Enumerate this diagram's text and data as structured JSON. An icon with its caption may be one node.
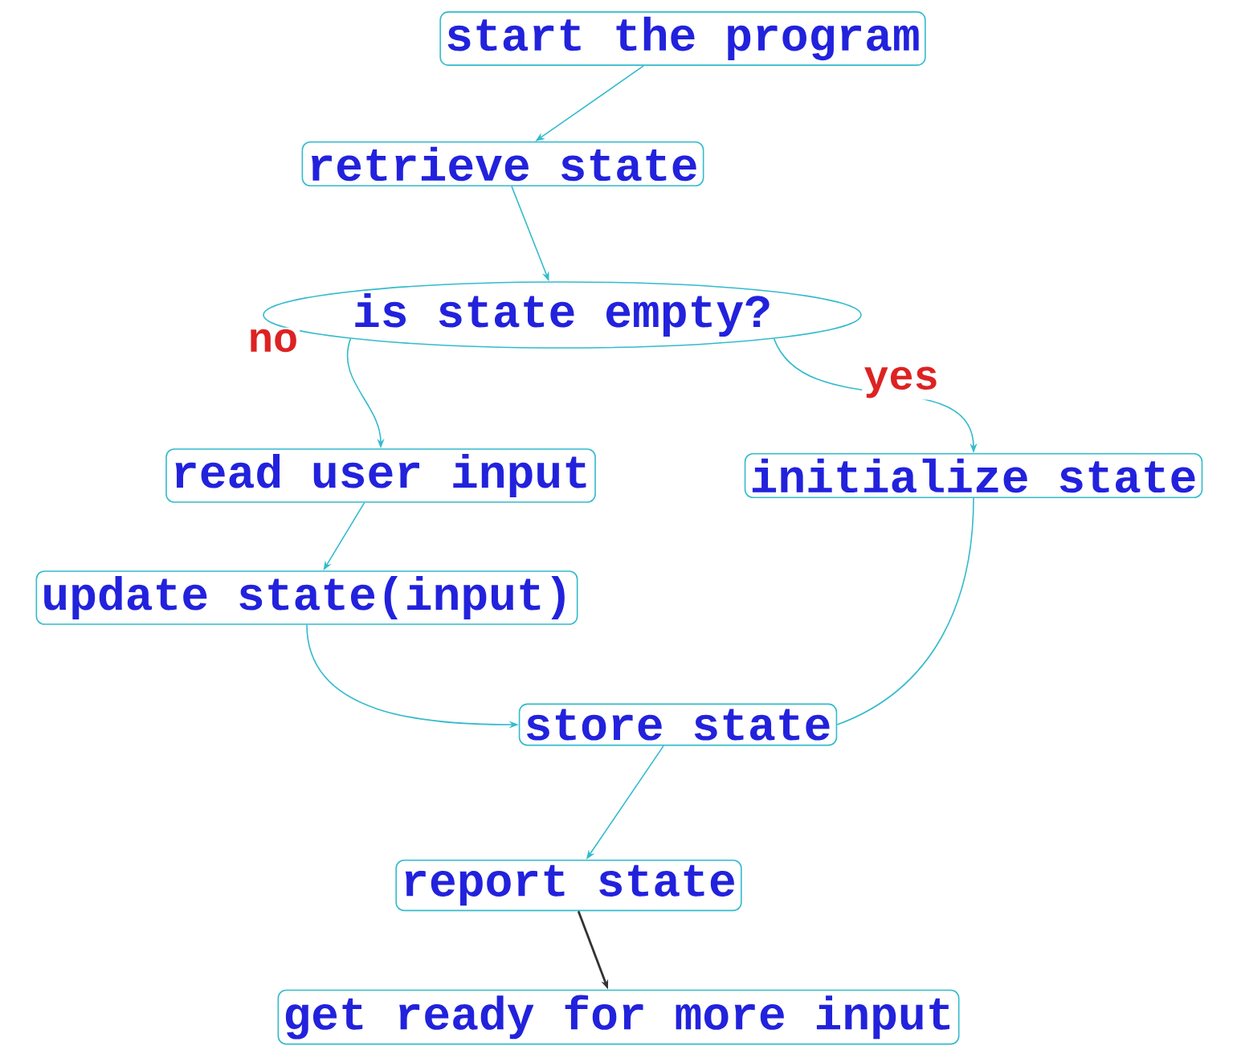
{
  "diagram": {
    "nodes": [
      {
        "text": [
          "start the program"
        ]
      },
      {
        "text": [
          "retrieve state"
        ]
      },
      {
        "text": [
          "is state empty?"
        ]
      },
      {
        "text": [
          "read user input"
        ]
      },
      {
        "text": [
          "initialize state"
        ]
      },
      {
        "text": [
          "update state(input)"
        ]
      },
      {
        "text": [
          "store state"
        ]
      },
      {
        "text": [
          "report state"
        ]
      },
      {
        "text": [
          "get ready for more input"
        ]
      }
    ],
    "edges": [
      {
        "from": 0,
        "to": 1,
        "arrow": "to"
      },
      {
        "from": 1,
        "to": 2,
        "arrow": "to"
      },
      {
        "from": 2,
        "to": 3,
        "arrow": "to",
        "label": "no"
      },
      {
        "from": 2,
        "to": 4,
        "arrow": "to",
        "label": "yes"
      },
      {
        "from": 3,
        "to": 5,
        "arrow": "to"
      },
      {
        "from": 5,
        "to": 6,
        "arrow": "to"
      },
      {
        "from": 4,
        "to": 6,
        "arrow": "none"
      },
      {
        "from": 6,
        "to": 7,
        "arrow": "to"
      },
      {
        "from": 7,
        "to": 8,
        "arrow": "to",
        "color": "#333333"
      }
    ]
  }
}
